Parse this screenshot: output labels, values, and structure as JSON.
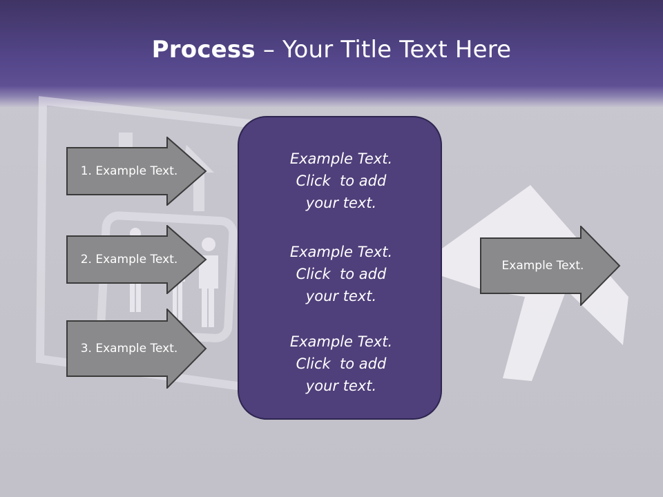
{
  "title": {
    "bold": "Process",
    "separator": " – ",
    "rest": "Your Title Text Here"
  },
  "left_items": [
    {
      "label": "1. Example Text."
    },
    {
      "label": "2. Example Text."
    },
    {
      "label": "3. Example Text."
    }
  ],
  "center_blocks": [
    {
      "line1": "Example Text.",
      "line2": "Click  to add",
      "line3": "your text."
    },
    {
      "line1": "Example Text.",
      "line2": "Click  to add",
      "line3": "your text."
    },
    {
      "line1": "Example Text.",
      "line2": "Click  to add",
      "line3": "your text."
    }
  ],
  "right_item": {
    "label": "Example Text."
  },
  "colors": {
    "header": "#54468a",
    "center_box": "#4f3f7a",
    "arrow_fill": "#8a8a8c",
    "arrow_stroke": "#3a3a3a",
    "background": "#c6c4cc"
  }
}
